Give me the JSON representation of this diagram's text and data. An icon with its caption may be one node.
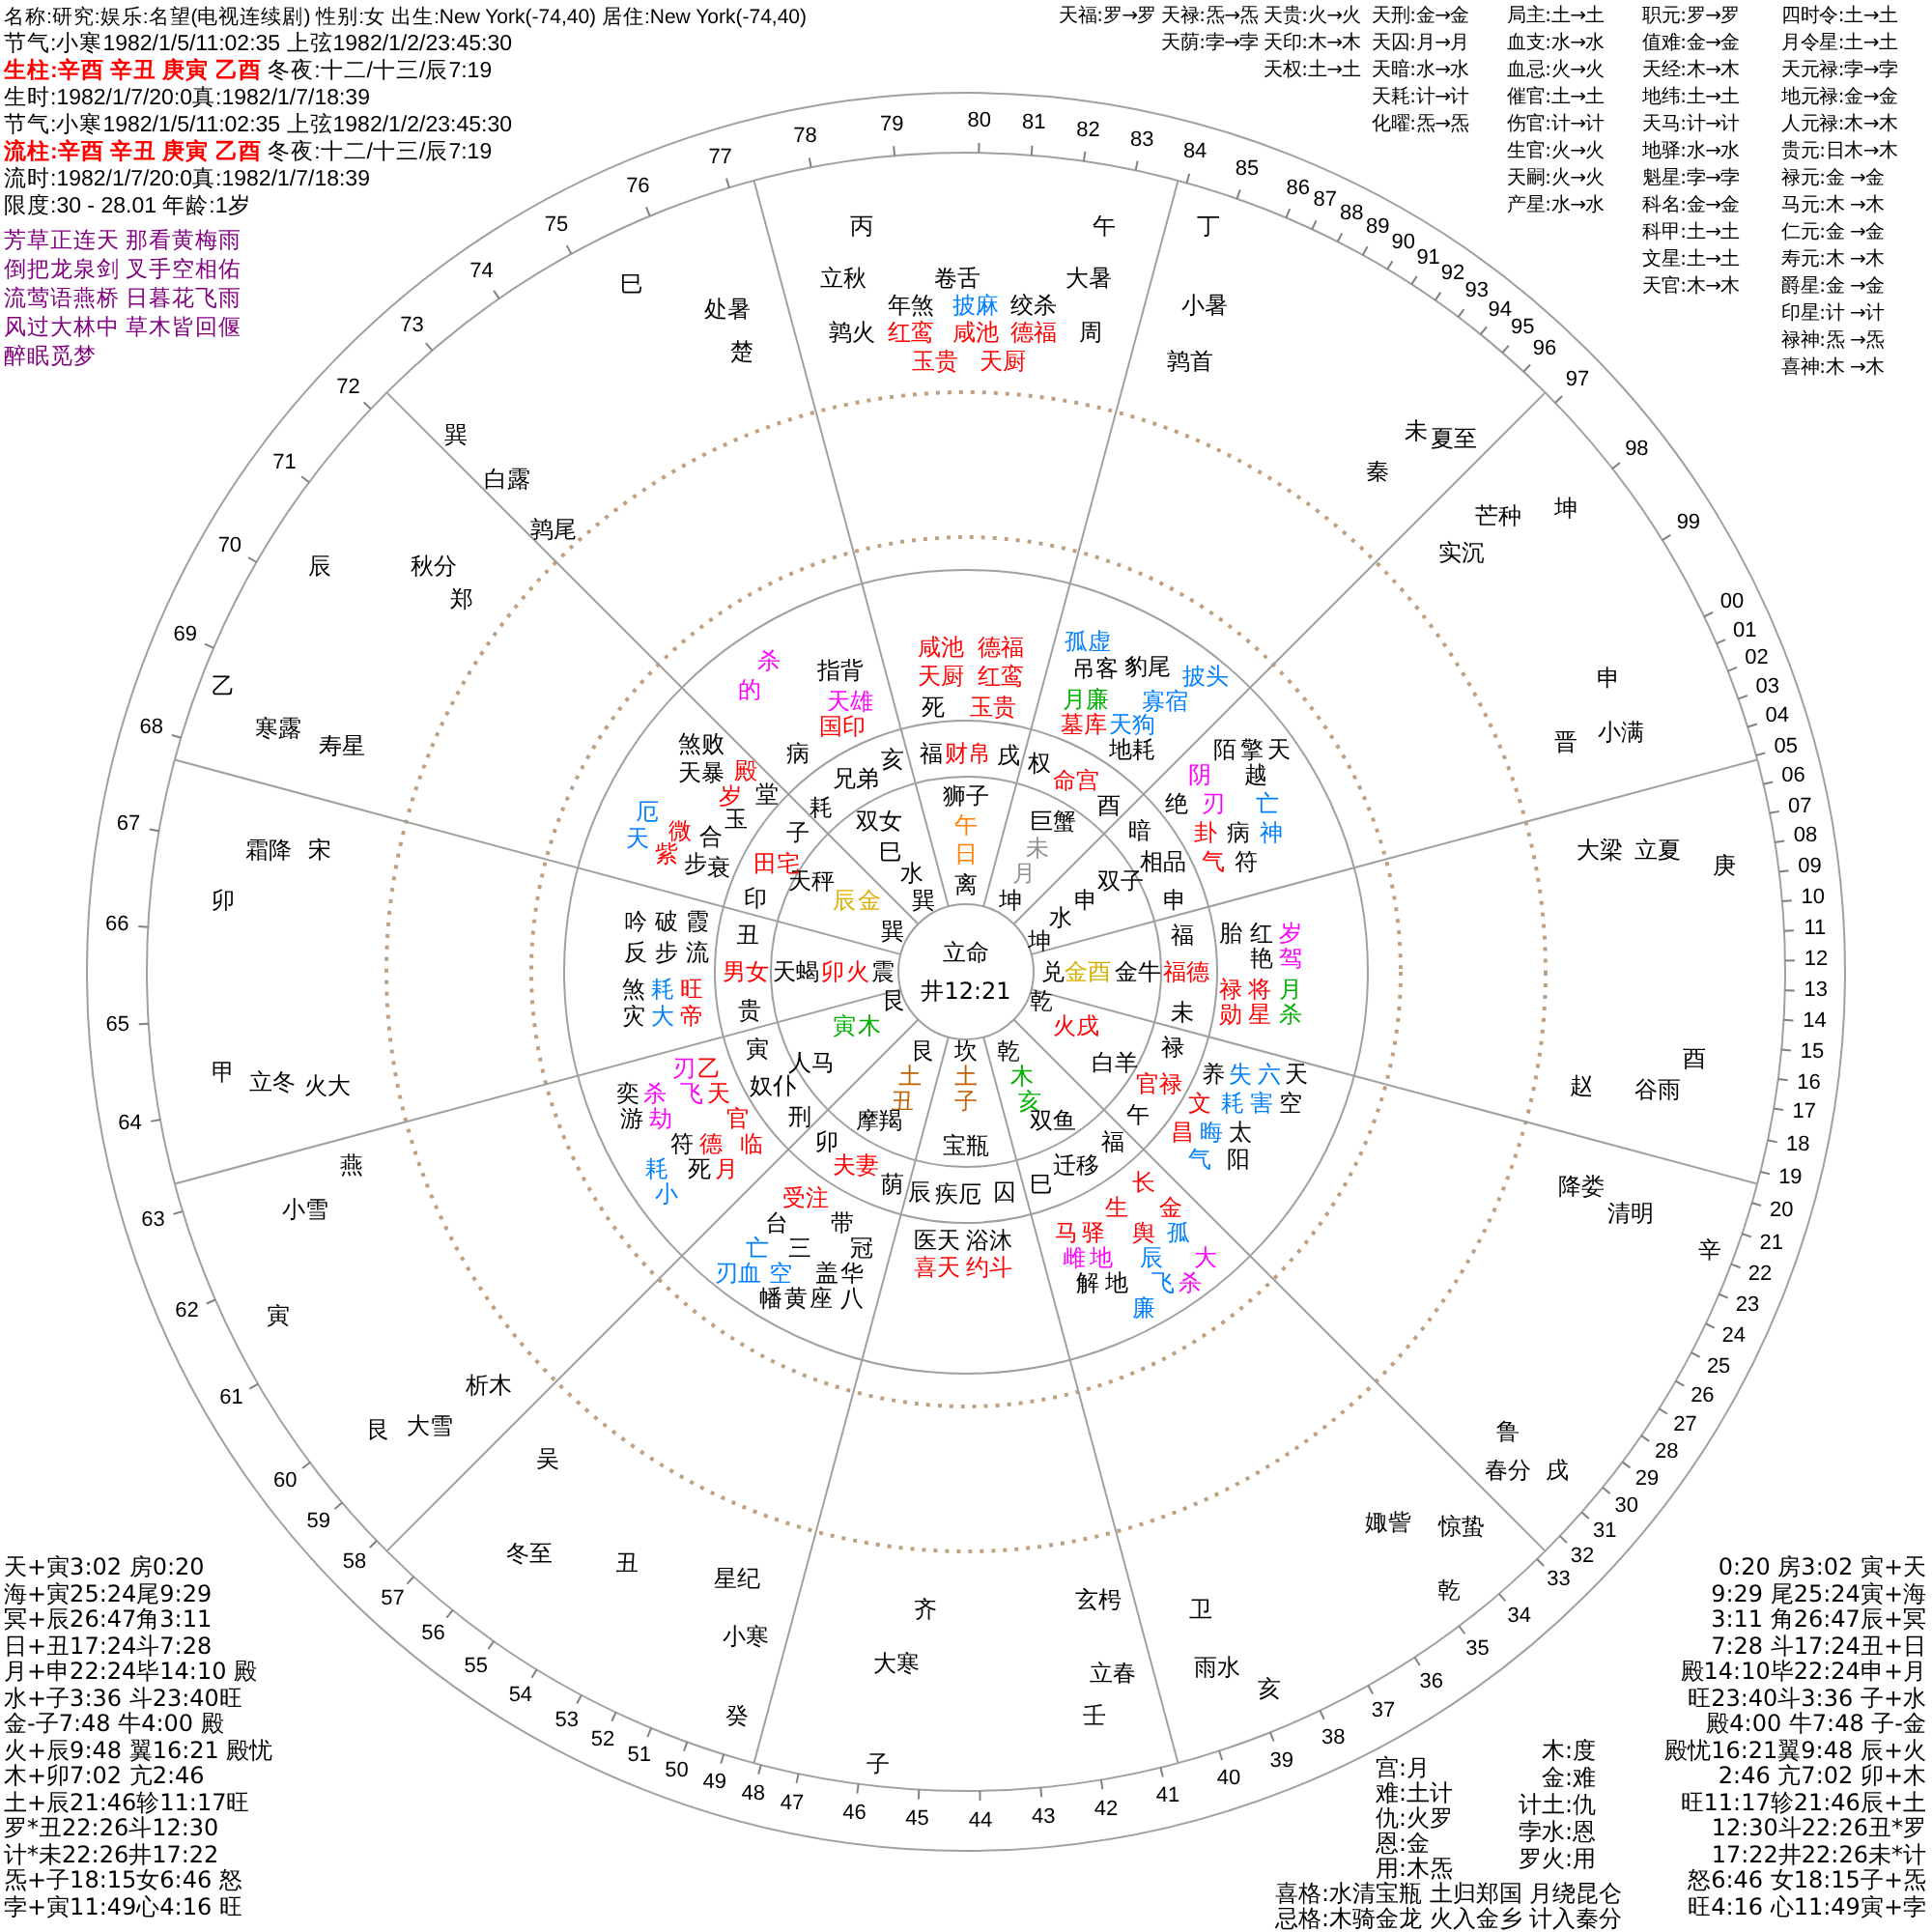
{
  "diagram": {
    "labels": [
      "名称:研究:娱乐:名望(电视连续剧) 性别:女 出生:New York(-74,40) 居住:New York(-74,40)",
      "节气:小寒1982/1/5/11:02:35 上弦1982/1/2/23:45:30",
      "**生柱:辛酉 辛丑 庚寅 乙酉** 冬夜:十二/十三/辰7:19",
      "生时:1982/1/7/20:0真:1982/1/7/18:39",
      "节气:小寒1982/1/5/11:02:35 上弦1982/1/2/23:45:30",
      "**流柱:辛酉 辛丑 庚寅 乙酉** 冬夜:十二/十三/辰7:19",
      "流时:1982/1/7/20:0真:1982/1/7/18:39",
      "限度:30 - 28.01 年龄:1岁",
      "芳草正连天 那看黄梅雨",
      "倒把龙泉剑 叉手空相佑",
      "流莺语燕桥 日暮花飞雨",
      "风过大林中 草木皆回偃",
      "醉眠觅梦",
      "天福:罗→罗",
      "天禄:炁→炁",
      "天贵:火→火",
      "天刑:金→金",
      "局主:土→土",
      "职元:罗→罗",
      "四时令:土→土",
      "天荫:孛→孛",
      "天印:木→木",
      "天囚:月→月",
      "血支:水→水",
      "值难:金→金",
      "月令星:土→土",
      "天权:土→土",
      "天暗:水→水",
      "血忌:火→火",
      "天经:木→木",
      "天元禄:孛→孛",
      "天耗:计→计",
      "催官:土→土",
      "地纬:土→土",
      "地元禄:金→金",
      "化曜:炁→炁",
      "伤官:计→计",
      "天马:计→计",
      "人元禄:木→木",
      "生官:火→火",
      "地驿:水→水",
      "贵元:日木→木",
      "天嗣:火→火",
      "魁星:孛→孛",
      "禄元:金 →金",
      "产星:水→水",
      "科名:金→金",
      "马元:木 →木",
      "科甲:土→土",
      "仁元:金 →金",
      "文星:土→土",
      "寿元:木 →木",
      "天官:木→木",
      "爵星:金 →金",
      "印星:计 →计",
      "禄神:炁 →炁",
      "喜神:木 →木",
      "天+寅3:02 房0:20",
      "海+寅25:24尾9:29",
      "冥+辰26:47角3:11",
      "日+丑17:24斗7:28",
      "月+申22:24毕14:10 殿",
      "水+子3:36 斗23:40旺",
      "金-子7:48 牛4:00 殿",
      "火+辰9:48 翼16:21 殿忧",
      "木+卯7:02 亢2:46",
      "土+辰21:46轸11:17旺",
      "罗*丑22:26斗12:30",
      "计*未22:26井17:22",
      "炁+子18:15女6:46 怒",
      "孛+寅11:49心4:16 旺",
      "0:20 房3:02 寅+天",
      "9:29 尾25:24寅+海",
      "3:11 角26:47辰+冥",
      "7:28 斗17:24丑+日",
      "殿14:10毕22:24申+月",
      "旺23:40斗3:36 子+水",
      "殿4:00 牛7:48 子-金",
      "殿忧16:21翼9:48 辰+火",
      "2:46 亢7:02 卯+木",
      "旺11:17轸21:46辰+土",
      "12:30斗22:26丑*罗",
      "17:22井22:26未*计",
      "怒6:46 女18:15子+炁",
      "旺4:16 心11:49寅+孛",
      "宫:月",
      "难:土计",
      "仇:火罗",
      "恩:金",
      "用:木炁",
      "喜格:水清宝瓶 土归郑国 月绕昆仑",
      "忌格:木骑金龙 火入金乡 计入秦分",
      "木:度",
      "金:难",
      "计土:仇",
      "孛水:恩",
      "罗火:用",
      "立命",
      "井12:21",
      "午",
      "日",
      "离",
      "巳",
      "未",
      "水",
      "月",
      "辰",
      "金",
      "巽",
      "坤",
      "申",
      "巽",
      "坤",
      "水",
      "卯",
      "火",
      "震",
      "兑",
      "金",
      "酉",
      "艮",
      "乾",
      "寅",
      "木",
      "火",
      "戌",
      "艮",
      "坎",
      "乾",
      "土",
      "土",
      "木",
      "丑",
      "子",
      "亥",
      "狮子",
      "巨蟹",
      "双子",
      "金牛",
      "白羊",
      "双鱼",
      "宝瓶",
      "摩羯",
      "人马",
      "天蝎",
      "天秤",
      "双女",
      "福",
      "财帛",
      "戌",
      "权",
      "命宫",
      "酉",
      "暗",
      "相品",
      "申",
      "福",
      "福德",
      "未",
      "禄",
      "官禄",
      "刑",
      "午",
      "卯",
      "福",
      "夫妻",
      "迁移",
      "荫",
      "辰",
      "疾厄",
      "囚",
      "巳",
      "奴仆",
      "寅",
      "贵",
      "男女",
      "丑",
      "印",
      "田宅",
      "子",
      "耗",
      "兄弟",
      "亥",
      "咸池",
      "德福",
      "天厨",
      "红鸾",
      "死",
      "玉贵",
      "指背",
      "天雄",
      "国印",
      "杀",
      "的",
      "煞败",
      "天暴",
      "殿",
      "病",
      "厄",
      "岁",
      "堂",
      "天",
      "微",
      "合",
      "玉",
      "紫",
      "步",
      "衰",
      "吟",
      "破",
      "霞",
      "反",
      "步",
      "流",
      "煞",
      "耗",
      "旺",
      "灾",
      "大",
      "帝",
      "陌",
      "擎",
      "天",
      "阴",
      "越",
      "绝",
      "刃",
      "亡",
      "卦",
      "病",
      "神",
      "气",
      "符",
      "胎",
      "红",
      "岁",
      "艳",
      "驾",
      "禄",
      "将",
      "月",
      "勋",
      "星",
      "杀",
      "养",
      "失",
      "六",
      "天",
      "文",
      "耗",
      "害",
      "空",
      "昌",
      "晦",
      "太",
      "气",
      "阳",
      "长",
      "生",
      "金",
      "马",
      "驿",
      "舆",
      "孤",
      "雌",
      "地",
      "辰",
      "大",
      "解",
      "地",
      "飞",
      "杀",
      "廉",
      "医天",
      "浴沐",
      "喜天",
      "约斗",
      "受注",
      "台",
      "带",
      "亡",
      "三",
      "冠",
      "刃",
      "血",
      "空",
      "盖",
      "华",
      "幡",
      "黄",
      "座",
      "八",
      "刃",
      "乙",
      "奕",
      "杀",
      "飞",
      "天",
      "游",
      "劫",
      "官",
      "符",
      "德",
      "临",
      "耗",
      "死",
      "月",
      "小",
      "孤虚",
      "吊客",
      "豹尾",
      "月廉",
      "寡宿",
      "披头",
      "墓库",
      "天狗",
      "地耗",
      "丙",
      "午",
      "立秋",
      "卷舌",
      "大暑",
      "年煞",
      "披麻",
      "绞杀",
      "鹑火",
      "红鸾",
      "咸池",
      "德福",
      "周",
      "玉贵",
      "天厨",
      "丁",
      "小暑",
      "鹑首",
      "未",
      "夏至",
      "秦",
      "芒种",
      "坤",
      "实沉",
      "申",
      "晋",
      "小满",
      "大梁",
      "立夏",
      "庚",
      "酉",
      "赵",
      "谷雨",
      "降娄",
      "清明",
      "辛",
      "鲁",
      "春分",
      "戌",
      "娵訾",
      "惊蛰",
      "冬至",
      "丑",
      "星纪",
      "齐",
      "玄枵",
      "卫",
      "乾",
      "小寒",
      "大寒",
      "立春",
      "雨水",
      "亥",
      "癸",
      "壬",
      "子",
      "吴",
      "析木",
      "艮",
      "大雪",
      "寅",
      "小雪",
      "燕",
      "甲",
      "立冬",
      "火大",
      "卯",
      "霜降",
      "宋",
      "寒露",
      "乙",
      "寿星",
      "辰",
      "秋分",
      "郑",
      "巽",
      "白露",
      "鹑尾",
      "巳",
      "处暑",
      "楚",
      "00",
      "01",
      "02",
      "03",
      "04",
      "05",
      "06",
      "07",
      "08",
      "09",
      "10",
      "11",
      "12",
      "13",
      "14",
      "15",
      "16",
      "17",
      "18",
      "19",
      "20",
      "21",
      "22",
      "23",
      "24",
      "25",
      "26",
      "27",
      "28",
      "29",
      "30",
      "31",
      "32",
      "33",
      "34",
      "35",
      "36",
      "37",
      "55",
      "56",
      "57",
      "58",
      "59",
      "60",
      "61",
      "62",
      "63",
      "64",
      "65",
      "66",
      "67",
      "68",
      "69",
      "70",
      "71",
      "72",
      "73",
      "74",
      "75",
      "76",
      "77",
      "78",
      "79",
      "80",
      "81",
      "82",
      "83",
      "84",
      "85",
      "86",
      "87",
      "88",
      "89",
      "90",
      "91",
      "92",
      "93",
      "94",
      "95",
      "96",
      "97",
      "98",
      "99",
      "54",
      "53",
      "52",
      "51",
      "50",
      "49",
      "48",
      "47",
      "46",
      "45",
      "44",
      "43",
      "42",
      "41",
      "40",
      "39",
      "38"
    ]
  }
}
